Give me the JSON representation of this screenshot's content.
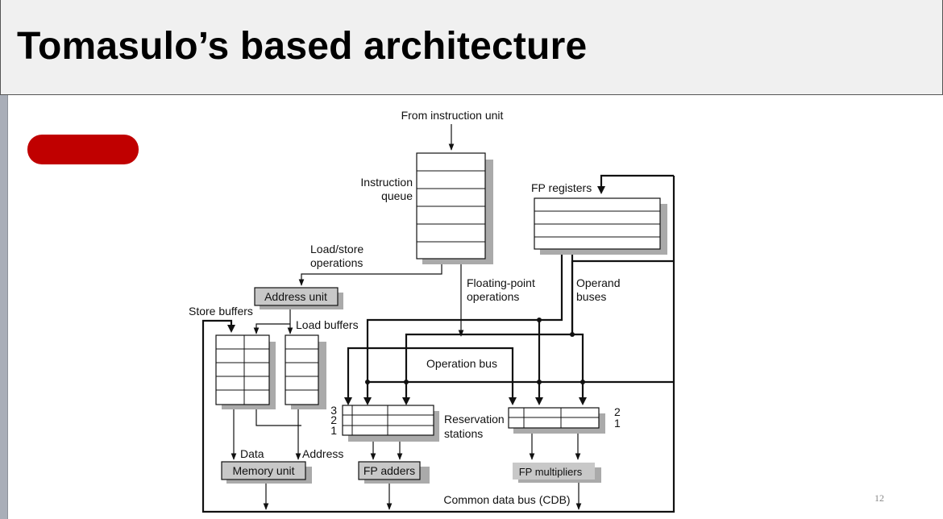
{
  "slide": {
    "title": "Tomasulo’s based architecture",
    "page_number": "12",
    "accent_color": "#c00000"
  },
  "diagram": {
    "from_instruction_unit": "From instruction unit",
    "instruction_queue_line1": "Instruction",
    "instruction_queue_line2": "queue",
    "fp_registers": "FP registers",
    "load_store_line1": "Load/store",
    "load_store_line2": "operations",
    "fp_ops_line1": "Floating-point",
    "fp_ops_line2": "operations",
    "operand_buses_line1": "Operand",
    "operand_buses_line2": "buses",
    "address_unit": "Address unit",
    "store_buffers": "Store buffers",
    "load_buffers": "Load buffers",
    "operation_bus": "Operation bus",
    "rs_adders_numbers": [
      "3",
      "2",
      "1"
    ],
    "rs_mult_numbers": [
      "2",
      "1"
    ],
    "reservation_line1": "Reservation",
    "reservation_line2": "stations",
    "data_label": "Data",
    "address_label": "Address",
    "memory_unit": "Memory unit",
    "fp_adders": "FP adders",
    "fp_multipliers": "FP multipliers",
    "cdb": "Common data bus (CDB)"
  }
}
